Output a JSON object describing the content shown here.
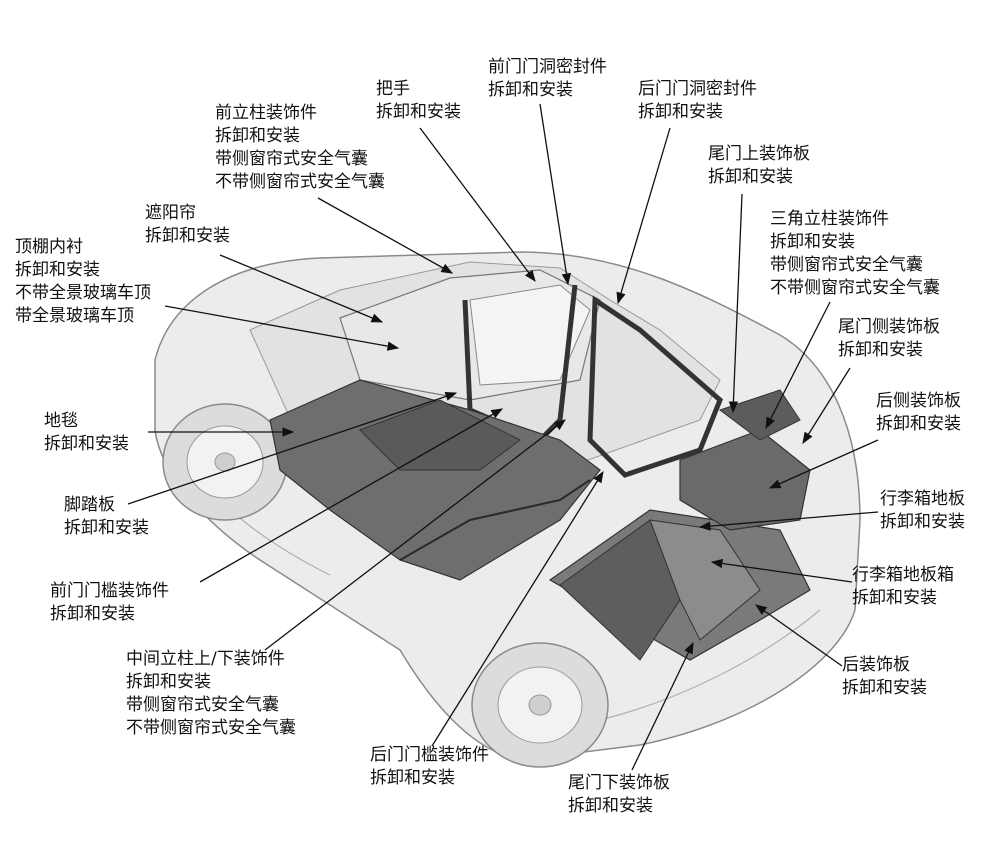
{
  "callouts": [
    {
      "id": "headliner",
      "lines": [
        "顶棚内衬",
        "拆卸和安装",
        "不带全景玻璃车顶",
        "带全景玻璃车顶"
      ]
    },
    {
      "id": "sunvisor",
      "lines": [
        "遮阳帘",
        "拆卸和安装"
      ]
    },
    {
      "id": "front-pillar",
      "lines": [
        "前立柱装饰件",
        "拆卸和安装",
        "带侧窗帘式安全气囊",
        "不带侧窗帘式安全气囊"
      ]
    },
    {
      "id": "grab-handle",
      "lines": [
        "把手",
        "拆卸和安装"
      ]
    },
    {
      "id": "front-door-seal",
      "lines": [
        "前门门洞密封件",
        "拆卸和安装"
      ]
    },
    {
      "id": "rear-door-seal",
      "lines": [
        "后门门洞密封件",
        "拆卸和安装"
      ]
    },
    {
      "id": "tailgate-upper",
      "lines": [
        "尾门上装饰板",
        "拆卸和安装"
      ]
    },
    {
      "id": "quarter-pillar",
      "lines": [
        "三角立柱装饰件",
        "拆卸和安装",
        "带侧窗帘式安全气囊",
        "不带侧窗帘式安全气囊"
      ]
    },
    {
      "id": "tailgate-side",
      "lines": [
        "尾门侧装饰板",
        "拆卸和安装"
      ]
    },
    {
      "id": "rear-side-trim",
      "lines": [
        "后侧装饰板",
        "拆卸和安装"
      ]
    },
    {
      "id": "cargo-floor",
      "lines": [
        "行李箱地板",
        "拆卸和安装"
      ]
    },
    {
      "id": "cargo-floor-box",
      "lines": [
        "行李箱地板箱",
        "拆卸和安装"
      ]
    },
    {
      "id": "rear-trim",
      "lines": [
        "后装饰板",
        "拆卸和安装"
      ]
    },
    {
      "id": "tailgate-lower",
      "lines": [
        "尾门下装饰板",
        "拆卸和安装"
      ]
    },
    {
      "id": "rear-sill",
      "lines": [
        "后门门槛装饰件",
        "拆卸和安装"
      ]
    },
    {
      "id": "center-pillar",
      "lines": [
        "中间立柱上/下装饰件",
        "拆卸和安装",
        "带侧窗帘式安全气囊",
        "不带侧窗帘式安全气囊"
      ]
    },
    {
      "id": "front-sill",
      "lines": [
        "前门门槛装饰件",
        "拆卸和安装"
      ]
    },
    {
      "id": "footrest",
      "lines": [
        "脚踏板",
        "拆卸和安装"
      ]
    },
    {
      "id": "carpet",
      "lines": [
        "地毯",
        "拆卸和安装"
      ]
    }
  ]
}
